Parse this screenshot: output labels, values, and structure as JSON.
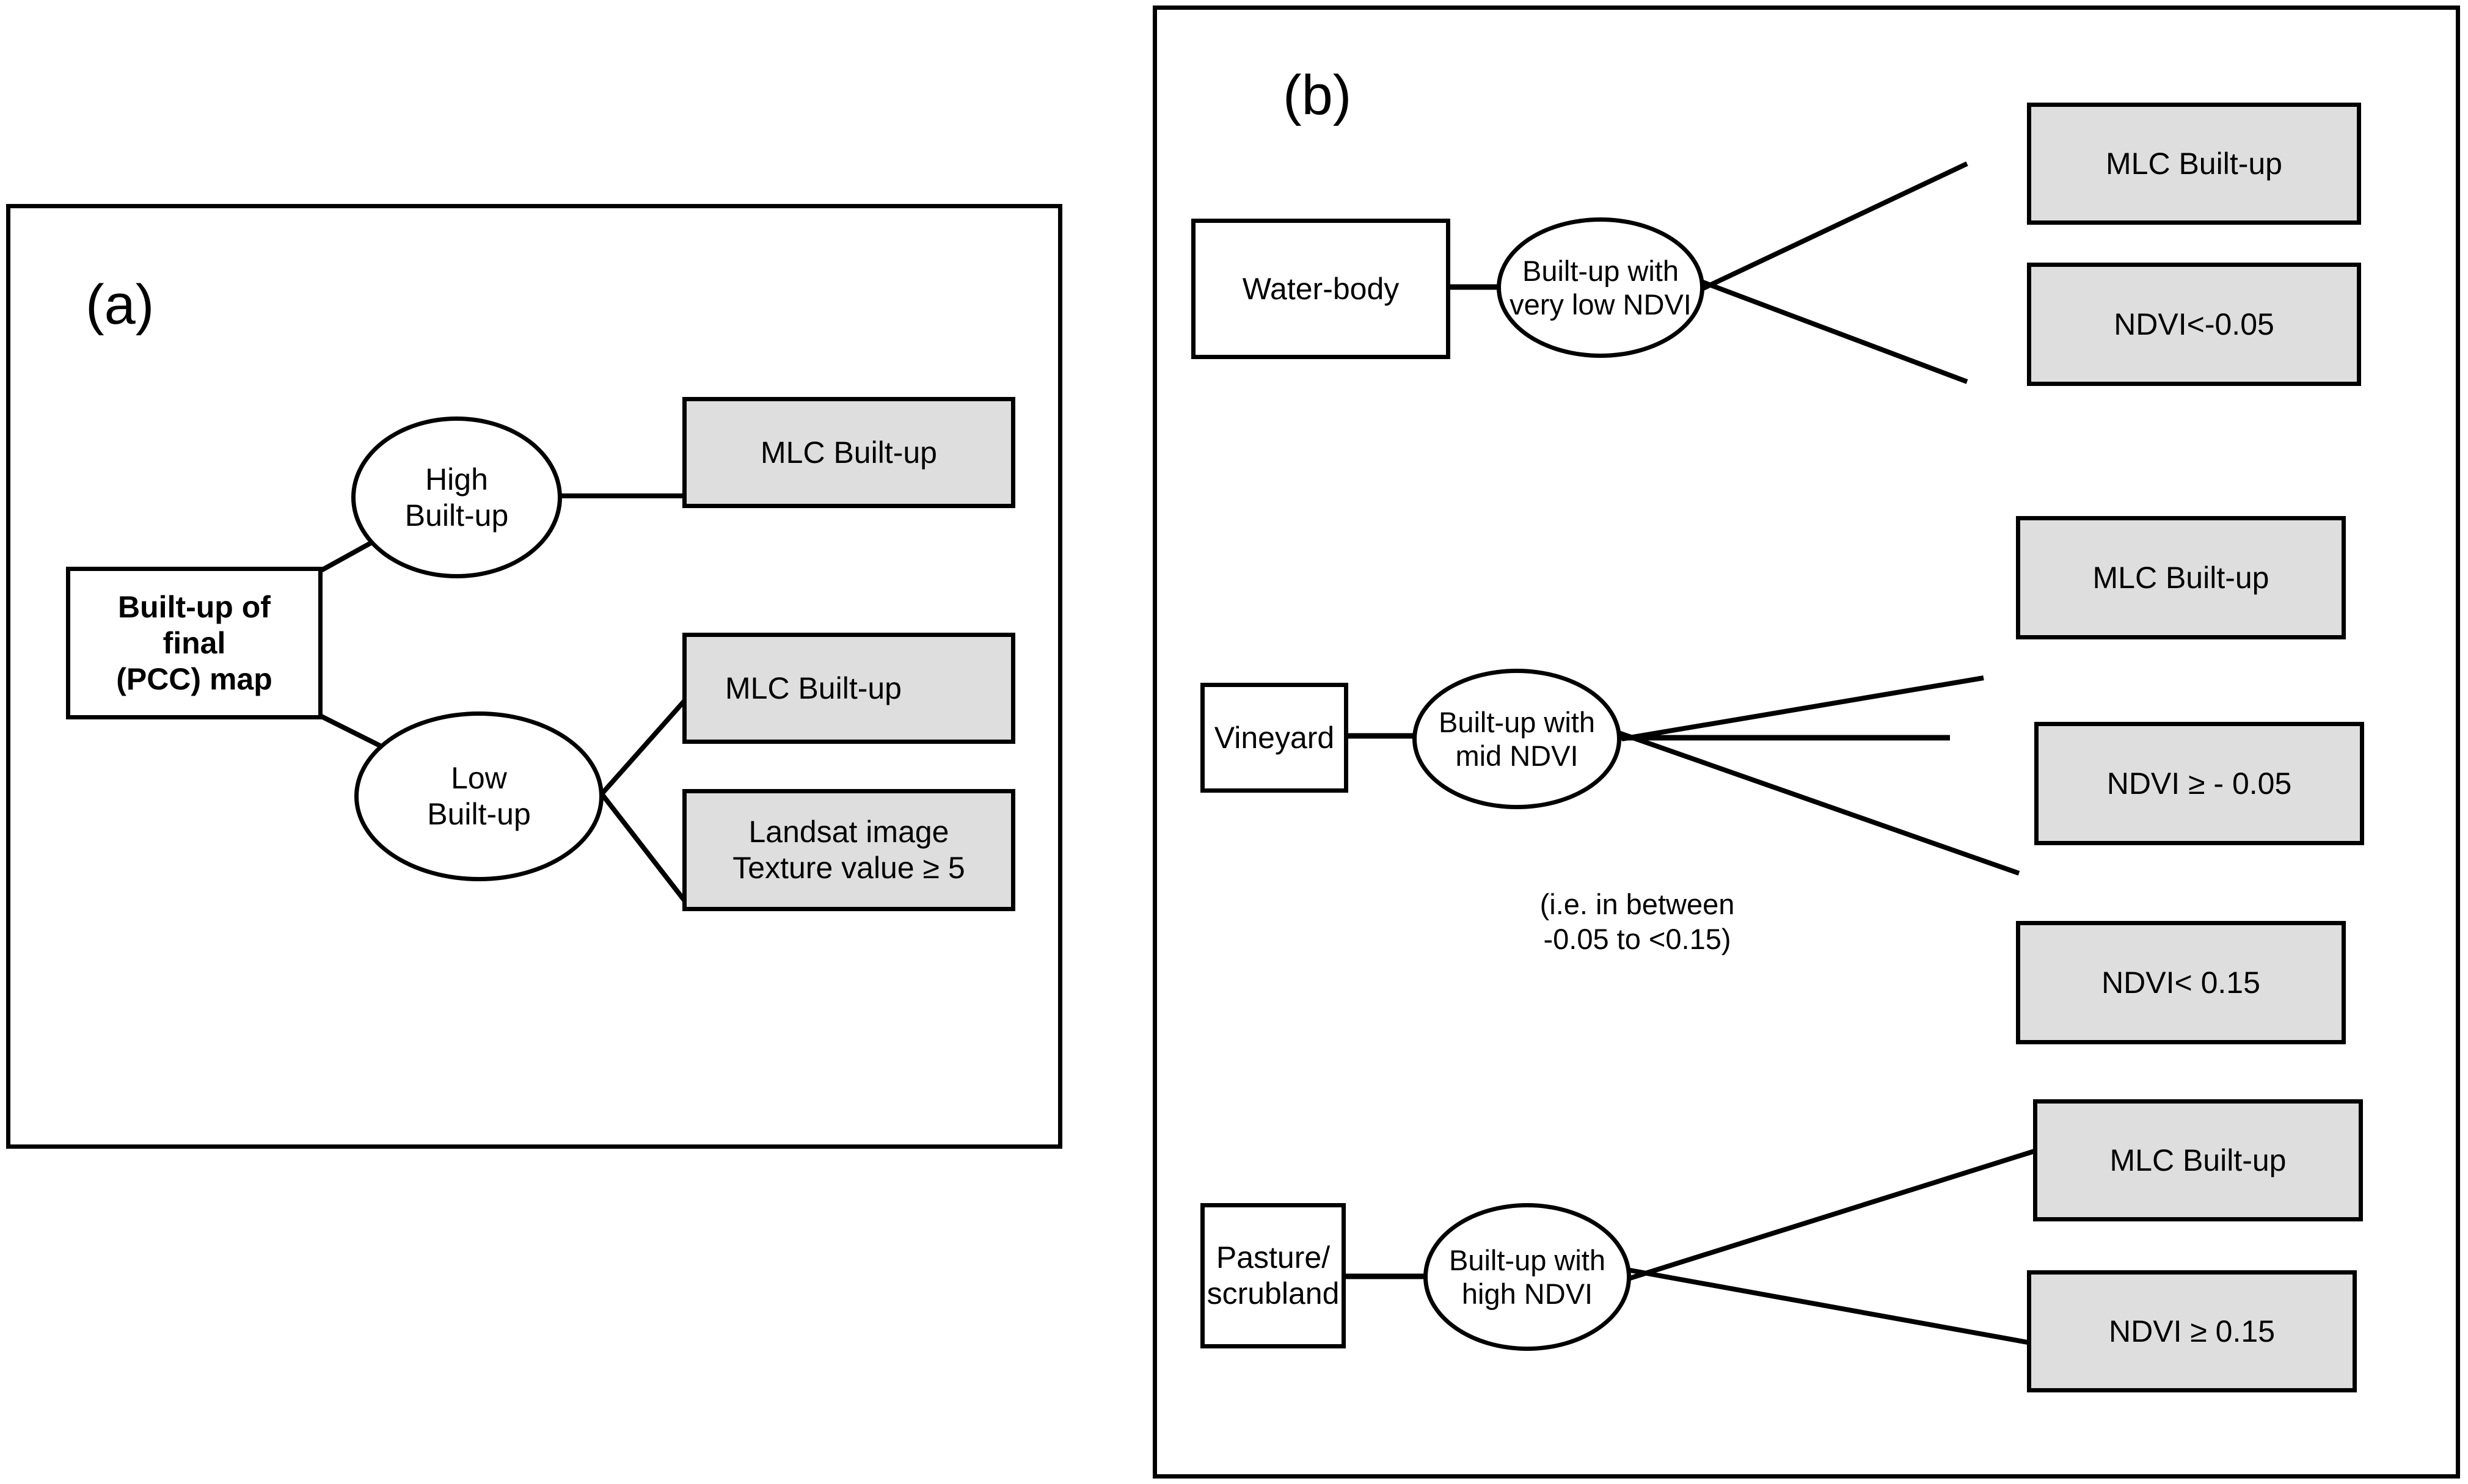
{
  "figure": {
    "type": "decision-flow-diagram",
    "panels": [
      {
        "id": "a",
        "label": "(a)",
        "root": {
          "text": "Built-up of\nfinal\n(PCC) map",
          "shape": "rectangle",
          "fill": "white",
          "bold": true
        },
        "branches": [
          {
            "condition": {
              "text": "High\nBuilt-up",
              "shape": "ellipse",
              "fill": "white"
            },
            "outcomes": [
              {
                "text": "MLC Built-up",
                "shape": "rectangle",
                "fill": "grey"
              }
            ]
          },
          {
            "condition": {
              "text": "Low\nBuilt-up",
              "shape": "ellipse",
              "fill": "white"
            },
            "outcomes": [
              {
                "text": "MLC Built-up",
                "shape": "rectangle",
                "fill": "grey"
              },
              {
                "text": "Landsat image\nTexture value ≥ 5",
                "shape": "rectangle",
                "fill": "grey"
              }
            ]
          }
        ]
      },
      {
        "id": "b",
        "label": "(b)",
        "rows": [
          {
            "source": {
              "text": "Water-body",
              "shape": "rectangle",
              "fill": "white"
            },
            "condition": {
              "text": "Built-up with\nvery low NDVI",
              "shape": "ellipse",
              "fill": "white"
            },
            "note": "",
            "outcomes": [
              {
                "text": "MLC Built-up",
                "shape": "rectangle",
                "fill": "grey"
              },
              {
                "text": "NDVI<-0.05",
                "shape": "rectangle",
                "fill": "grey"
              }
            ]
          },
          {
            "source": {
              "text": "Vineyard",
              "shape": "rectangle",
              "fill": "white"
            },
            "condition": {
              "text": "Built-up with\nmid NDVI",
              "shape": "ellipse",
              "fill": "white"
            },
            "note": "(i.e. in between\n-0.05 to <0.15)",
            "outcomes": [
              {
                "text": "MLC Built-up",
                "shape": "rectangle",
                "fill": "grey"
              },
              {
                "text": "NDVI ≥  - 0.05",
                "shape": "rectangle",
                "fill": "grey"
              },
              {
                "text": "NDVI< 0.15",
                "shape": "rectangle",
                "fill": "grey"
              }
            ]
          },
          {
            "source": {
              "text": "Pasture/\nscrubland",
              "shape": "rectangle",
              "fill": "white"
            },
            "condition": {
              "text": "Built-up with\nhigh NDVI",
              "shape": "ellipse",
              "fill": "white"
            },
            "note": "",
            "outcomes": [
              {
                "text": "MLC Built-up",
                "shape": "rectangle",
                "fill": "grey"
              },
              {
                "text": "NDVI ≥ 0.15",
                "shape": "rectangle",
                "fill": "grey"
              }
            ]
          }
        ]
      }
    ],
    "colors": {
      "stroke": "#000000",
      "grey_fill": "#dedede",
      "white_fill": "#ffffff",
      "background": "#ffffff"
    }
  }
}
